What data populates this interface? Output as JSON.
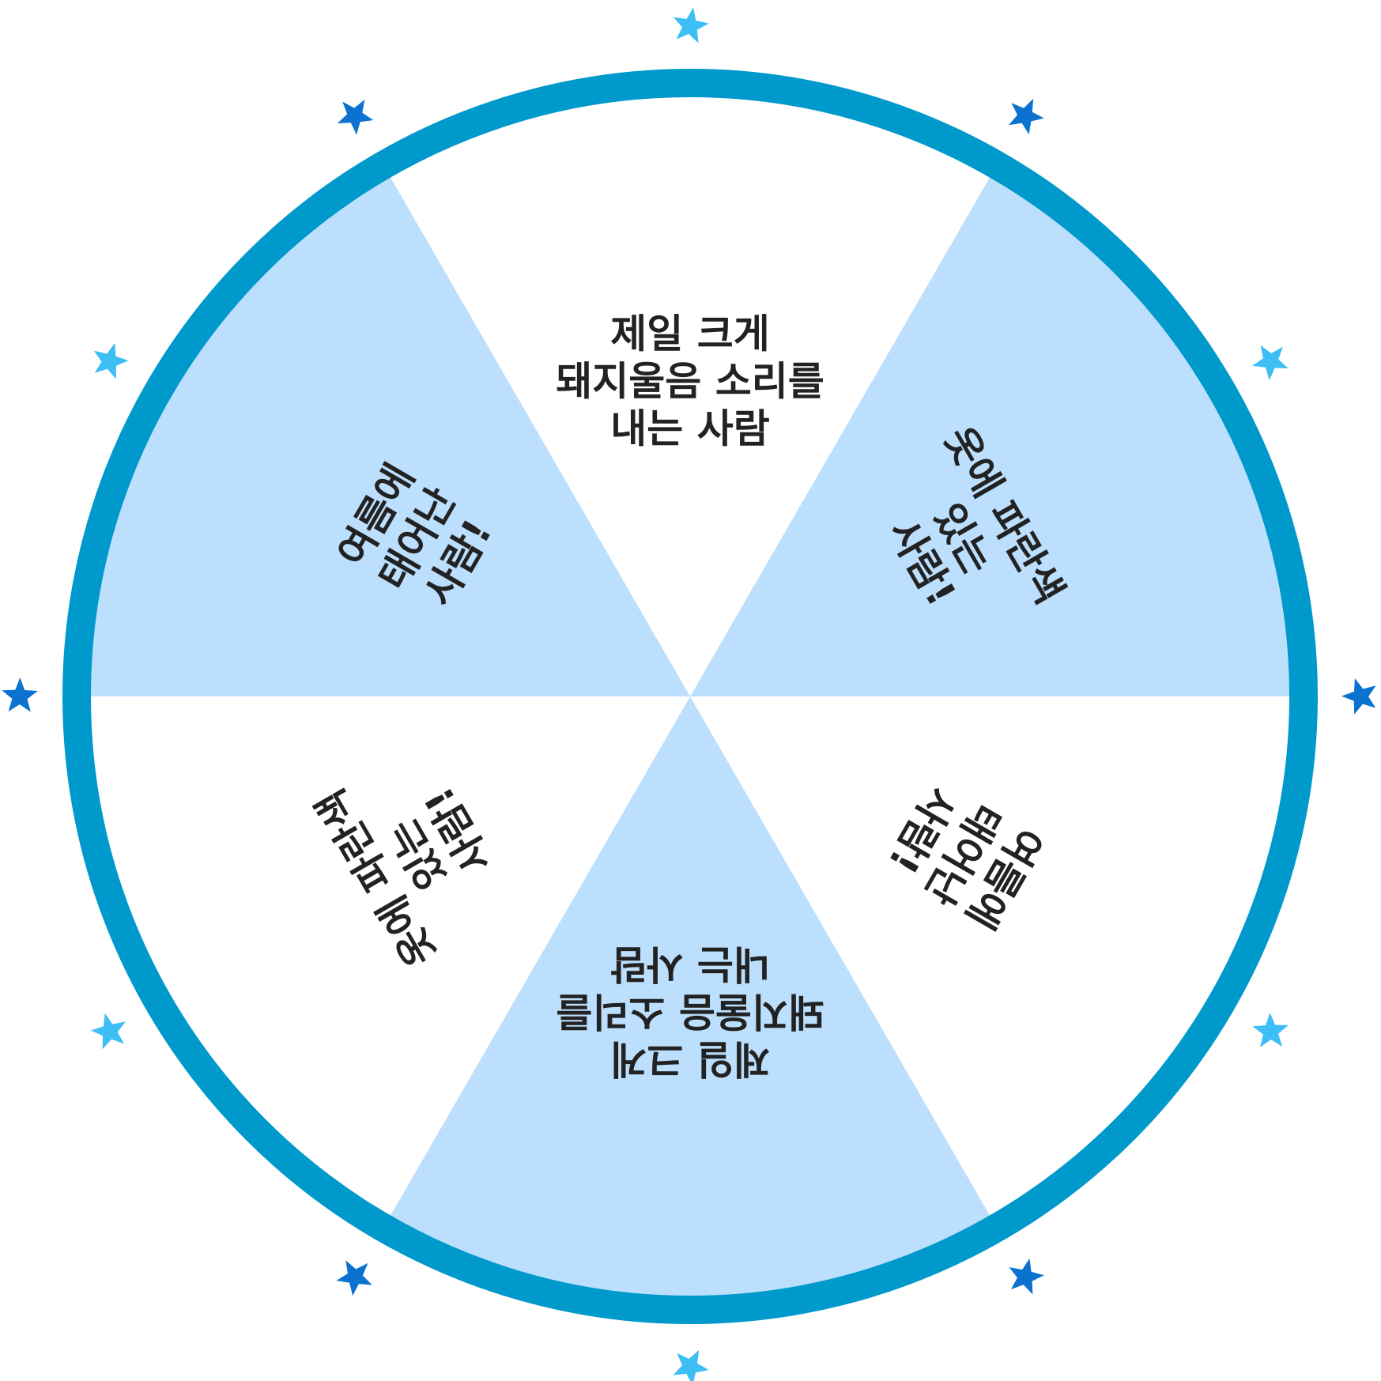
{
  "wheel": {
    "colors": {
      "rim": "#0099CC",
      "wedge_light_blue": "#BBDFFC",
      "wedge_white": "#FFFFFF",
      "text": "#222222",
      "star_light": "#3DBEF5",
      "star_dark": "#0B72CF"
    },
    "segments": [
      {
        "lines": [
          "제일 크게",
          "돼지울음 소리를",
          "내는 사람"
        ],
        "fill": "wedge_white"
      },
      {
        "lines": [
          "옷에 파란색",
          "있는",
          "사람!"
        ],
        "fill": "wedge_light_blue"
      },
      {
        "lines": [
          "여름에",
          "태어난",
          "사람!"
        ],
        "fill": "wedge_white"
      },
      {
        "lines": [
          "제일 크게",
          "돼지울음 소리를",
          "내는 사람"
        ],
        "fill": "wedge_light_blue"
      },
      {
        "lines": [
          "옷에 파란색",
          "있는",
          "사람!"
        ],
        "fill": "wedge_white"
      },
      {
        "lines": [
          "여름에",
          "태어난",
          "사람!"
        ],
        "fill": "wedge_light_blue"
      }
    ],
    "stars": [
      {
        "icon": "star-icon",
        "color": "star_light"
      },
      {
        "icon": "star-icon",
        "color": "star_dark"
      },
      {
        "icon": "star-icon",
        "color": "star_light"
      },
      {
        "icon": "star-icon",
        "color": "star_dark"
      },
      {
        "icon": "star-icon",
        "color": "star_light"
      },
      {
        "icon": "star-icon",
        "color": "star_dark"
      },
      {
        "icon": "star-icon",
        "color": "star_light"
      },
      {
        "icon": "star-icon",
        "color": "star_dark"
      },
      {
        "icon": "star-icon",
        "color": "star_light"
      },
      {
        "icon": "star-icon",
        "color": "star_dark"
      },
      {
        "icon": "star-icon",
        "color": "star_light"
      },
      {
        "icon": "star-icon",
        "color": "star_dark"
      }
    ]
  }
}
